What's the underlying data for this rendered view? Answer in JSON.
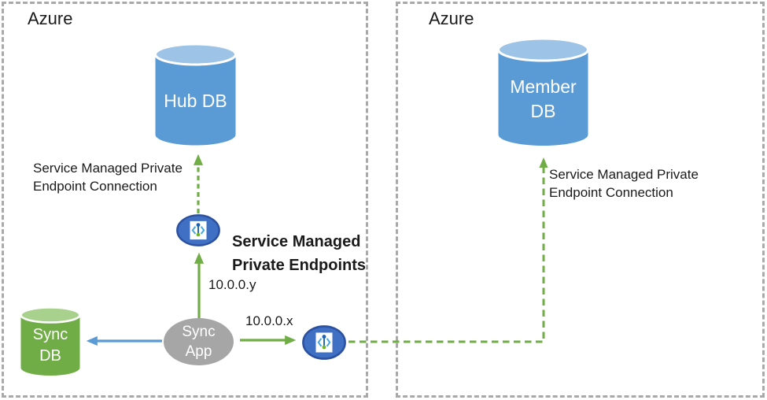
{
  "left_box": {
    "label": "Azure"
  },
  "right_box": {
    "label": "Azure"
  },
  "nodes": {
    "hub_db": {
      "label": "Hub DB"
    },
    "member_db": {
      "lines": [
        "Member",
        "DB"
      ]
    },
    "sync_db": {
      "lines": [
        "Sync",
        "DB"
      ]
    },
    "sync_app": {
      "lines": [
        "Sync",
        "App"
      ]
    }
  },
  "labels": {
    "left_connection": {
      "lines": [
        "Service Managed Private",
        "Endpoint Connection"
      ]
    },
    "right_connection": {
      "lines": [
        "Service Managed Private",
        "Endpoint Connection"
      ]
    },
    "endpoints_title": {
      "lines": [
        "Service Managed",
        "Private Endpoints"
      ]
    },
    "ip_y": "10.0.0.y",
    "ip_x": "10.0.0.x"
  },
  "icons": {
    "private_endpoint": "private-endpoint-icon"
  },
  "colors": {
    "db_blue_body": "#5B9BD5",
    "db_blue_top": "#9DC3E6",
    "db_green_body": "#70AD47",
    "db_green_top": "#A9D18E",
    "app_gray": "#A6A6A6",
    "endpoint_fill": "#4070C4",
    "endpoint_border": "#2B51A0",
    "icon_bracket_blue": "#45A7E0",
    "icon_pin_blue": "#1F63B0",
    "icon_dot_green": "#72B626",
    "arrow_green": "#70AD47",
    "arrow_blue": "#5B9BD5",
    "box_border_gray": "#A9A9A9"
  }
}
